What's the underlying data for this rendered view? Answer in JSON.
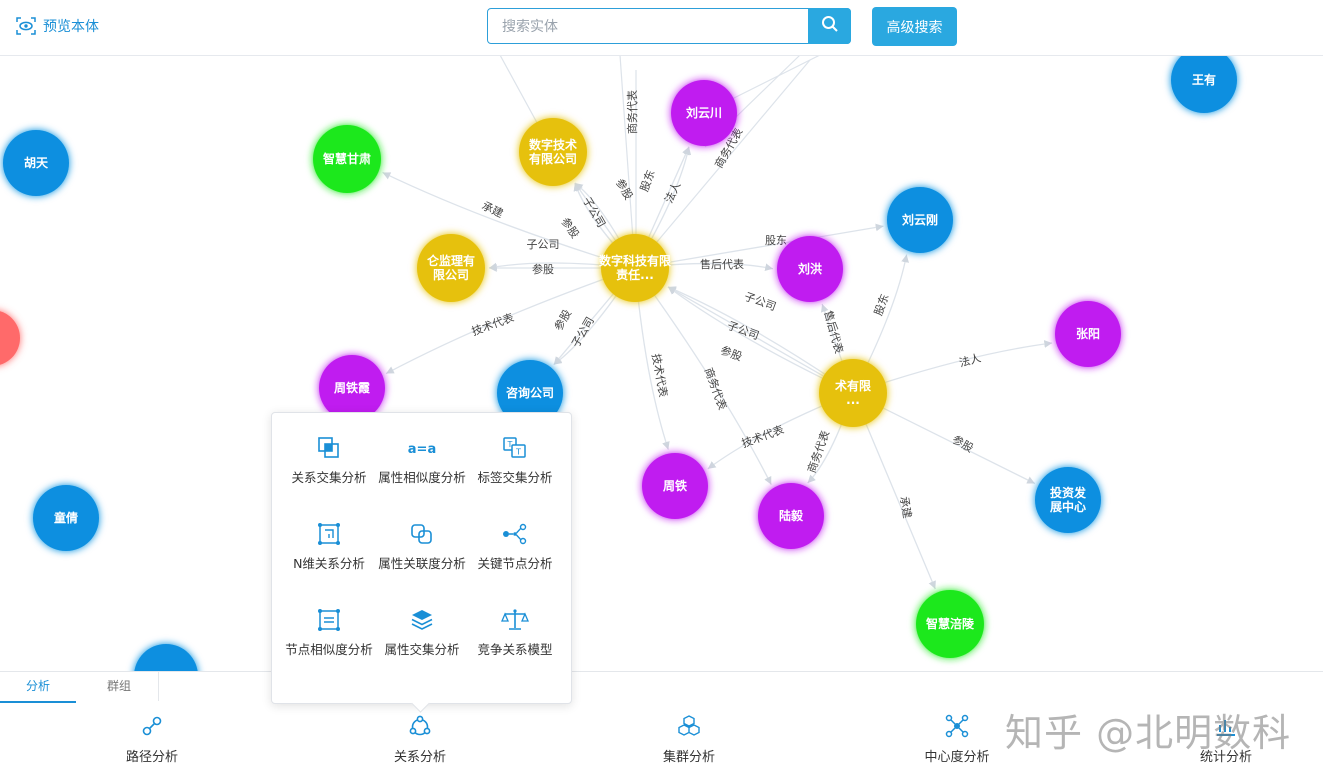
{
  "header": {
    "preview_label": "预览本体",
    "search_placeholder": "搜索实体",
    "advanced_search_label": "高级搜索"
  },
  "colors": {
    "accent": "#2aa8e0",
    "company": "#e6c10f",
    "person_purple": "#c01df0",
    "person_blue": "#0a8fe0",
    "org_green": "#1ee81e"
  },
  "graph": {
    "nodes": [
      {
        "id": "huti",
        "label": "胡天",
        "type": "blue"
      },
      {
        "id": "wangyou",
        "label": "王有",
        "type": "blue"
      },
      {
        "id": "zhihuigansu",
        "label": "智慧甘肃",
        "type": "green"
      },
      {
        "id": "comp_top",
        "label": "数字技术有限公司",
        "type": "company"
      },
      {
        "id": "liuyunchuan",
        "label": "刘云川",
        "type": "purple"
      },
      {
        "id": "comp_left",
        "label": "仑监理有限公司",
        "type": "company"
      },
      {
        "id": "comp_main",
        "label": "数字科技有限责任...",
        "type": "company"
      },
      {
        "id": "liuhong",
        "label": "刘洪",
        "type": "purple"
      },
      {
        "id": "liuyungang",
        "label": "刘云刚",
        "type": "blue"
      },
      {
        "id": "zhangyang",
        "label": "张阳",
        "type": "purple"
      },
      {
        "id": "zhoutiexia",
        "label": "周铁霞",
        "type": "purple"
      },
      {
        "id": "zixun",
        "label": "咨询公司",
        "type": "blue"
      },
      {
        "id": "comp_right",
        "label": "术有限...",
        "type": "company"
      },
      {
        "id": "tongqing",
        "label": "童倩",
        "type": "blue"
      },
      {
        "id": "zhoutie",
        "label": "周铁",
        "type": "purple"
      },
      {
        "id": "luyi",
        "label": "陆毅",
        "type": "purple"
      },
      {
        "id": "touzi",
        "label": "投资发展中心",
        "type": "blue"
      },
      {
        "id": "zhihuifuling",
        "label": "智慧涪陵",
        "type": "green"
      }
    ],
    "edge_labels": [
      "商务代表",
      "商务代表",
      "股东",
      "法人",
      "参股",
      "子公司",
      "参股",
      "承建",
      "子公司",
      "参股",
      "售后代表",
      "股东",
      "技术代表",
      "参股",
      "子公司",
      "子公司",
      "参股",
      "技术代表",
      "商务代表",
      "子公司",
      "售后代表",
      "股东",
      "法人",
      "参股",
      "技术代表",
      "商务代表",
      "承建"
    ]
  },
  "popup": {
    "items": [
      {
        "label": "关系交集分析",
        "icon": "relation-intersection-icon"
      },
      {
        "label": "属性相似度分析",
        "icon": "attribute-similarity-icon"
      },
      {
        "label": "标签交集分析",
        "icon": "tag-intersection-icon"
      },
      {
        "label": "N维关系分析",
        "icon": "n-dimension-icon"
      },
      {
        "label": "属性关联度分析",
        "icon": "attribute-correlation-icon"
      },
      {
        "label": "关键节点分析",
        "icon": "key-node-icon"
      },
      {
        "label": "节点相似度分析",
        "icon": "node-similarity-icon"
      },
      {
        "label": "属性交集分析",
        "icon": "attribute-intersection-icon"
      },
      {
        "label": "竞争关系模型",
        "icon": "competition-model-icon"
      }
    ]
  },
  "bottom": {
    "tabs": [
      "分析",
      "群组"
    ],
    "items": [
      {
        "label": "路径分析",
        "icon": "path-icon"
      },
      {
        "label": "关系分析",
        "icon": "relation-icon"
      },
      {
        "label": "集群分析",
        "icon": "cluster-icon"
      },
      {
        "label": "中心度分析",
        "icon": "centrality-icon"
      },
      {
        "label": "统计分析",
        "icon": "statistics-icon"
      }
    ]
  },
  "watermark": "知乎 @北明数科"
}
